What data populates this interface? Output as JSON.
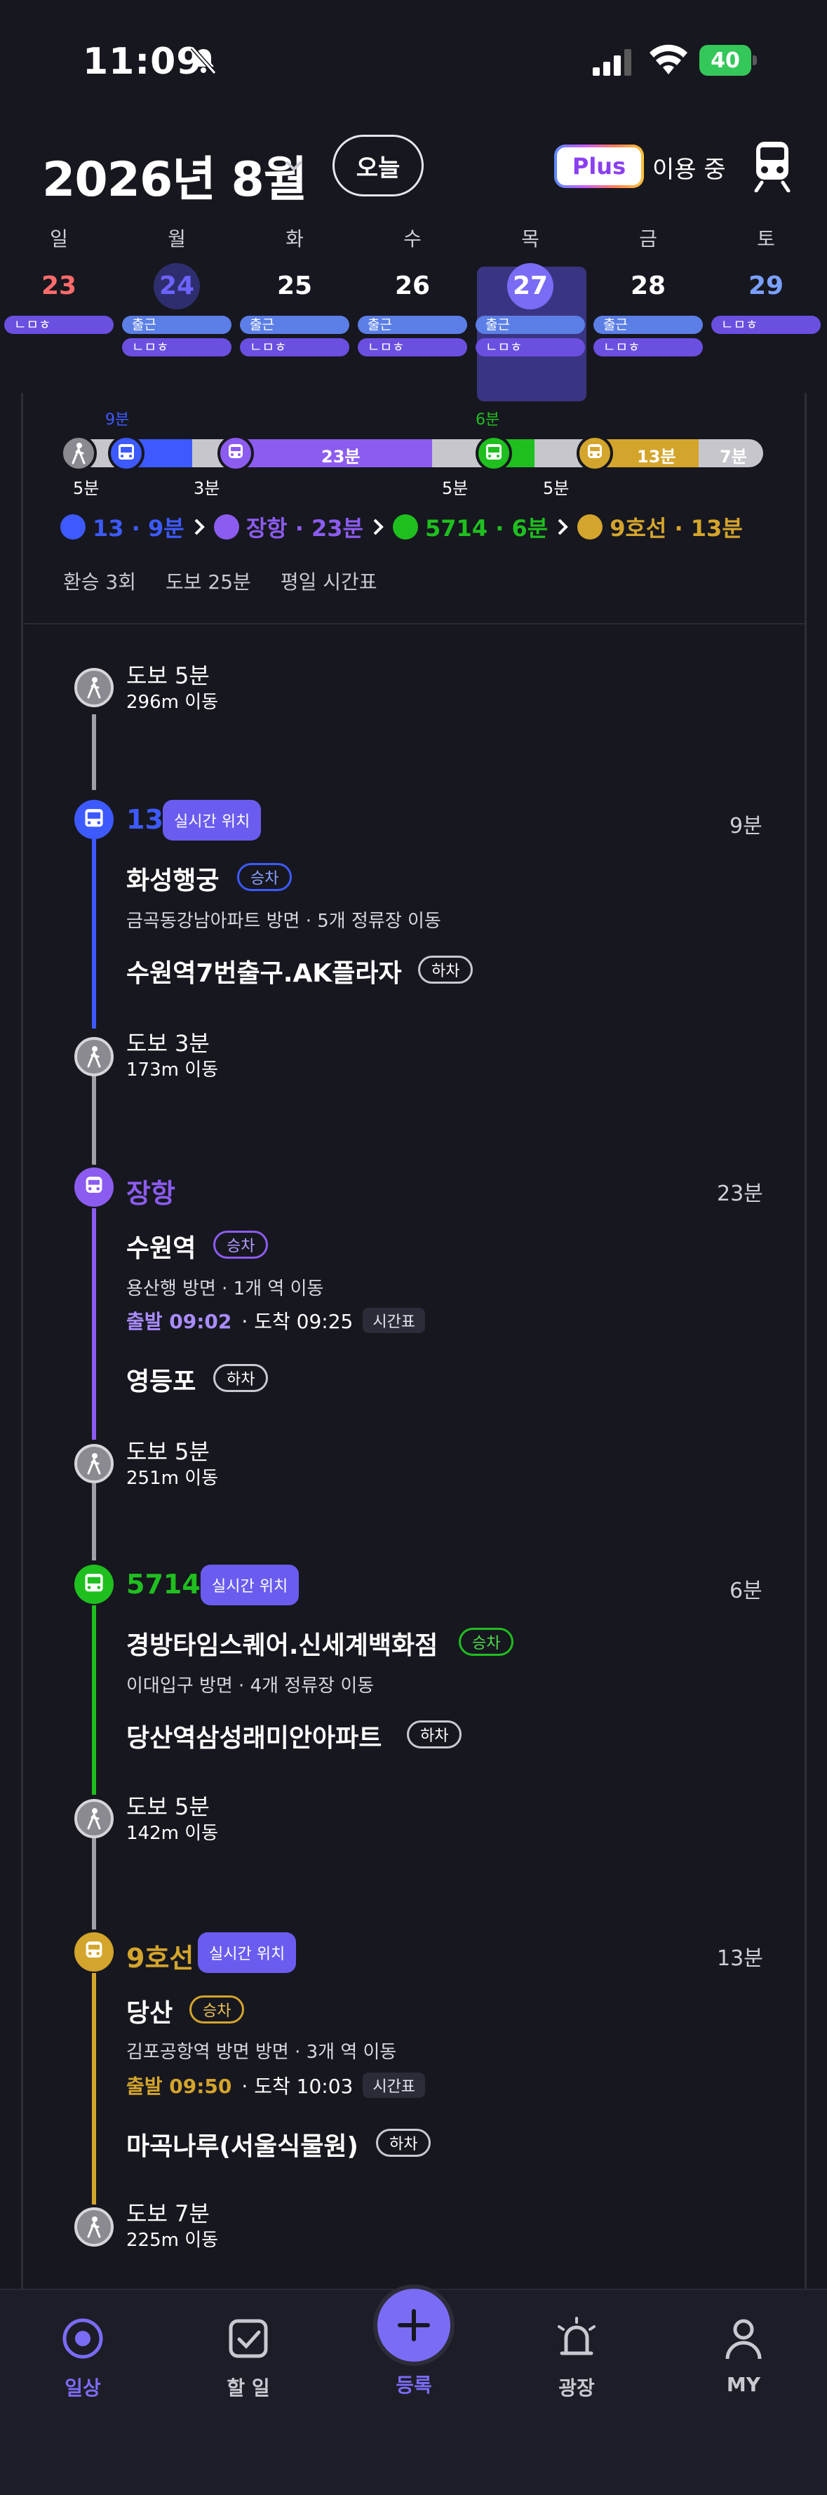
{
  "status_bar": {
    "time": "11:09",
    "battery": "40"
  },
  "header": {
    "month_title": "2026년 8월",
    "today_label": "오늘",
    "plus_label": "Plus",
    "using_label": "이용 중"
  },
  "week": {
    "days": [
      {
        "dow": "일",
        "date": "23",
        "color": "#ff6b6b",
        "pills": [
          {
            "text": "ㄴㅁㅎ",
            "kind": "purple"
          }
        ]
      },
      {
        "dow": "월",
        "date": "24",
        "color": "#6c63ff",
        "circle": "#2e2e6e",
        "pills": [
          {
            "text": "출근",
            "kind": "blue"
          },
          {
            "text": "ㄴㅁㅎ",
            "kind": "purple"
          }
        ]
      },
      {
        "dow": "화",
        "date": "25",
        "color": "#ffffff",
        "pills": [
          {
            "text": "출근",
            "kind": "blue"
          },
          {
            "text": "ㄴㅁㅎ",
            "kind": "purple"
          }
        ]
      },
      {
        "dow": "수",
        "date": "26",
        "color": "#ffffff",
        "pills": [
          {
            "text": "출근",
            "kind": "blue"
          },
          {
            "text": "ㄴㅁㅎ",
            "kind": "purple"
          }
        ]
      },
      {
        "dow": "목",
        "date": "27",
        "color": "#ffffff",
        "circle": "#7b6cf6",
        "pills": [
          {
            "text": "출근",
            "kind": "blue"
          },
          {
            "text": "ㄴㅁㅎ",
            "kind": "purple"
          }
        ]
      },
      {
        "dow": "금",
        "date": "28",
        "color": "#ffffff",
        "pills": [
          {
            "text": "출근",
            "kind": "blue"
          },
          {
            "text": "ㄴㅁㅎ",
            "kind": "purple"
          }
        ]
      },
      {
        "dow": "토",
        "date": "29",
        "color": "#7aa0ff",
        "pills": [
          {
            "text": "ㄴㅁㅎ",
            "kind": "purple"
          }
        ]
      }
    ]
  },
  "route_bar": {
    "top_labels": [
      "9분",
      "6분"
    ],
    "bottom_labels": [
      "5분",
      "3분",
      "5분",
      "5분"
    ],
    "seg_labels": [
      "23분",
      "13분",
      "7분"
    ]
  },
  "legend": [
    {
      "text": "13 · 9분",
      "color": "#3d5afe"
    },
    {
      "text": "장항 · 23분",
      "color": "#8c5cf0"
    },
    {
      "text": "5714 · 6분",
      "color": "#1fbf1f"
    },
    {
      "text": "9호선 · 13분",
      "color": "#d4a52c"
    }
  ],
  "summary": {
    "transfers": "환승 3회",
    "walk": "도보 25분",
    "schedule": "평일 시간표"
  },
  "timeline": {
    "walk1": {
      "title": "도보 5분",
      "sub": "296m 이동"
    },
    "bus13": {
      "name": "13",
      "live": "실시간 위치",
      "duration": "9분",
      "board_stop": "화성행궁",
      "board_tag": "승차",
      "direction": "금곡동강남아파트 방면 · 5개 정류장 이동",
      "alight_stop": "수원역7번출구.AK플라자",
      "alight_tag": "하차"
    },
    "walk2": {
      "title": "도보 3분",
      "sub": "173m 이동"
    },
    "rail": {
      "name": "장항",
      "duration": "23분",
      "board_stop": "수원역",
      "board_tag": "승차",
      "direction": "용산행 방면 · 1개 역 이동",
      "depart": "출발 09:02",
      "arrive": "· 도착 09:25",
      "timetable": "시간표",
      "alight_stop": "영등포",
      "alight_tag": "하차"
    },
    "walk3": {
      "title": "도보 5분",
      "sub": "251m 이동"
    },
    "bus5714": {
      "name": "5714",
      "live": "실시간 위치",
      "duration": "6분",
      "board_stop": "경방타임스퀘어.신세계백화점",
      "board_tag": "승차",
      "direction": "이대입구 방면 · 4개 정류장 이동",
      "alight_stop": "당산역삼성래미안아파트",
      "alight_tag": "하차"
    },
    "walk4": {
      "title": "도보 5분",
      "sub": "142m 이동"
    },
    "line9": {
      "name": "9호선",
      "live": "실시간 위치",
      "duration": "13분",
      "board_stop": "당산",
      "board_tag": "승차",
      "direction": "김포공항역 방면 방면 · 3개 역 이동",
      "depart": "출발 09:50",
      "arrive": "· 도착 10:03",
      "timetable": "시간표",
      "alight_stop": "마곡나루(서울식물원)",
      "alight_tag": "하차"
    },
    "walk5": {
      "title": "도보 7분",
      "sub": "225m 이동"
    }
  },
  "nav": {
    "daily": "일상",
    "todo": "할 일",
    "register": "등록",
    "plaza": "광장",
    "my": "MY"
  },
  "colors": {
    "bus_blue": "#3d5afe",
    "rail_purple": "#8c5cf0",
    "bus_green": "#1fbf1f",
    "line9_gold": "#d4a52c",
    "accent": "#7b6cf6"
  }
}
